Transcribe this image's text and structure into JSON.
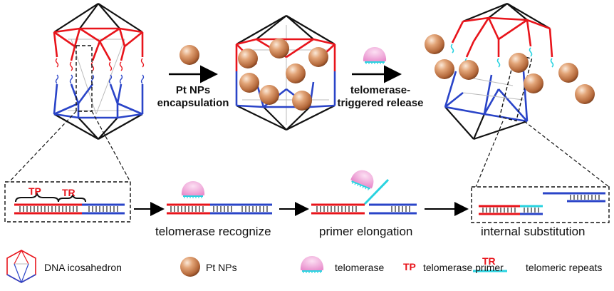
{
  "steps": {
    "step1": [
      "Pt NPs",
      "encapsulation"
    ],
    "step2": [
      "telomerase-",
      "triggered release"
    ]
  },
  "bottom_labels": {
    "tp_tag": "TP",
    "tr_tag": "TR",
    "stage1": "telomerase recognize",
    "stage2": "primer elongation",
    "stage3": "internal substitution"
  },
  "legend": {
    "icosahedron": "DNA icosahedron",
    "ptnps": "Pt NPs",
    "telomerase": "telomerase",
    "tp_tag": "TP",
    "tp_label": "telomerase primer",
    "tr_tag": "TR",
    "tr_label": "telomeric repeats"
  },
  "colors": {
    "red_strand": "#e8141b",
    "blue_strand": "#2a44c8",
    "cyan_strand": "#29d3e0",
    "np_orange": "#c8794a",
    "telomerase_pink": "#f2a3d8"
  },
  "icons": [
    "dna-icosahedron-icon",
    "pt-nanoparticle-icon",
    "telomerase-icon",
    "arrow-right-icon"
  ]
}
